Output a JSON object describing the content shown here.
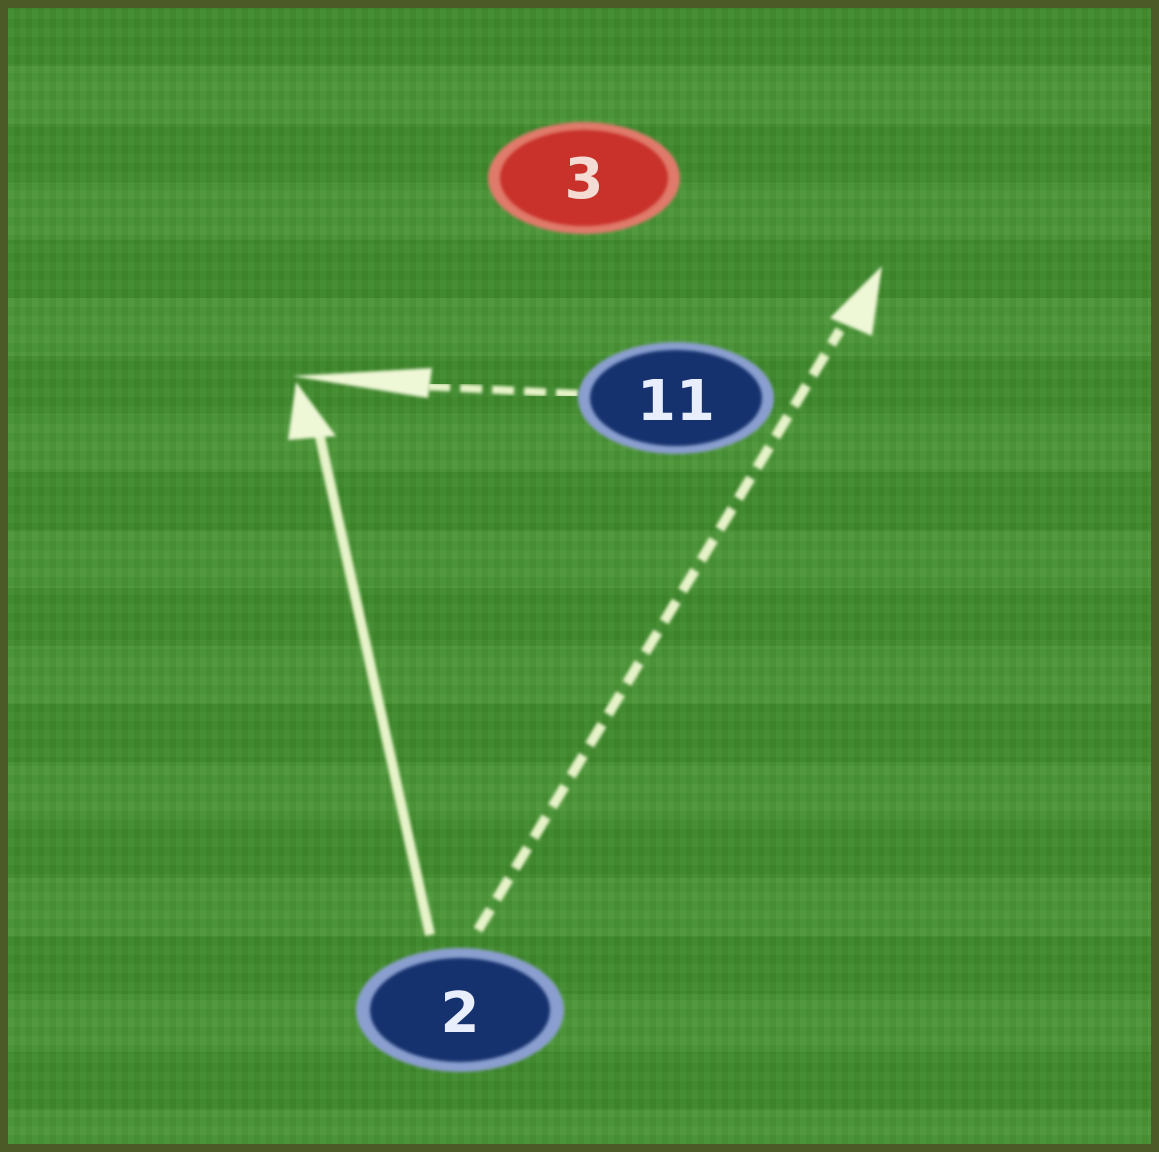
{
  "field": {
    "grass_dark": "#3f8a2c",
    "grass_light": "#4a9536",
    "border_color": "#4b5a27",
    "boundary_line_color": "#cfe8a8",
    "dashed_line_color": "#d8e06a",
    "route_color": "#e6f3c8"
  },
  "players": [
    {
      "id": "defender",
      "team": "red",
      "number": "3",
      "fill": "#c8302c",
      "ring": "#e07a6a"
    },
    {
      "id": "receiver",
      "team": "blue",
      "number": "11",
      "fill": "#12306e",
      "ring": "#8a9fcf"
    },
    {
      "id": "passer",
      "team": "blue",
      "number": "2",
      "fill": "#12306e",
      "ring": "#8a9fcf"
    }
  ],
  "routes": [
    {
      "id": "run-route",
      "style": "solid"
    },
    {
      "id": "pass-route",
      "style": "dashed"
    },
    {
      "id": "short-route",
      "style": "dashed"
    }
  ]
}
